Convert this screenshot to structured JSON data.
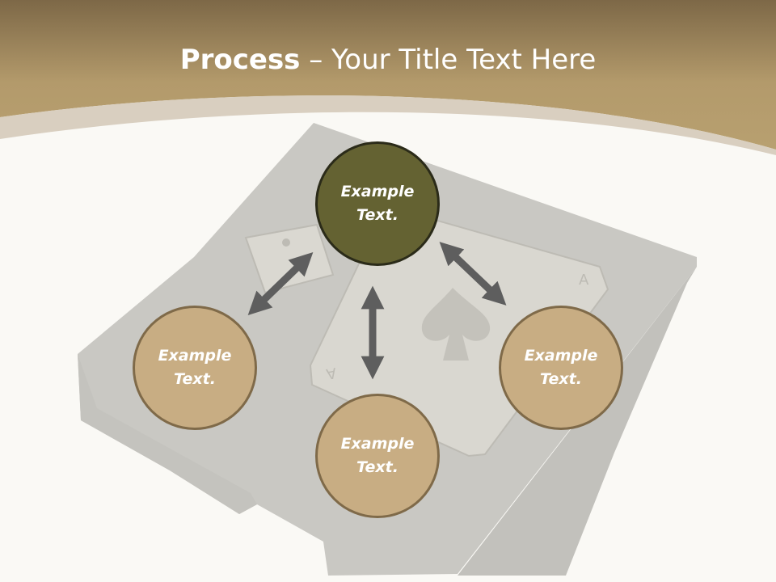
{
  "title": {
    "bold": "Process",
    "rest": " – Your Title Text Here"
  },
  "nodes": {
    "top": "Example\nText.",
    "left": "Example\nText.",
    "right": "Example\nText.",
    "bottom": "Example\nText."
  },
  "colors": {
    "header_gold": "#b49b6a",
    "active_circle": "#646232",
    "inactive_circle": "#c8ad83",
    "arrow": "#5e5e5e"
  },
  "icons": {
    "background_picture": "playing-card-box-image",
    "card_suit": "spade-icon",
    "connector": "double-headed-arrow"
  }
}
